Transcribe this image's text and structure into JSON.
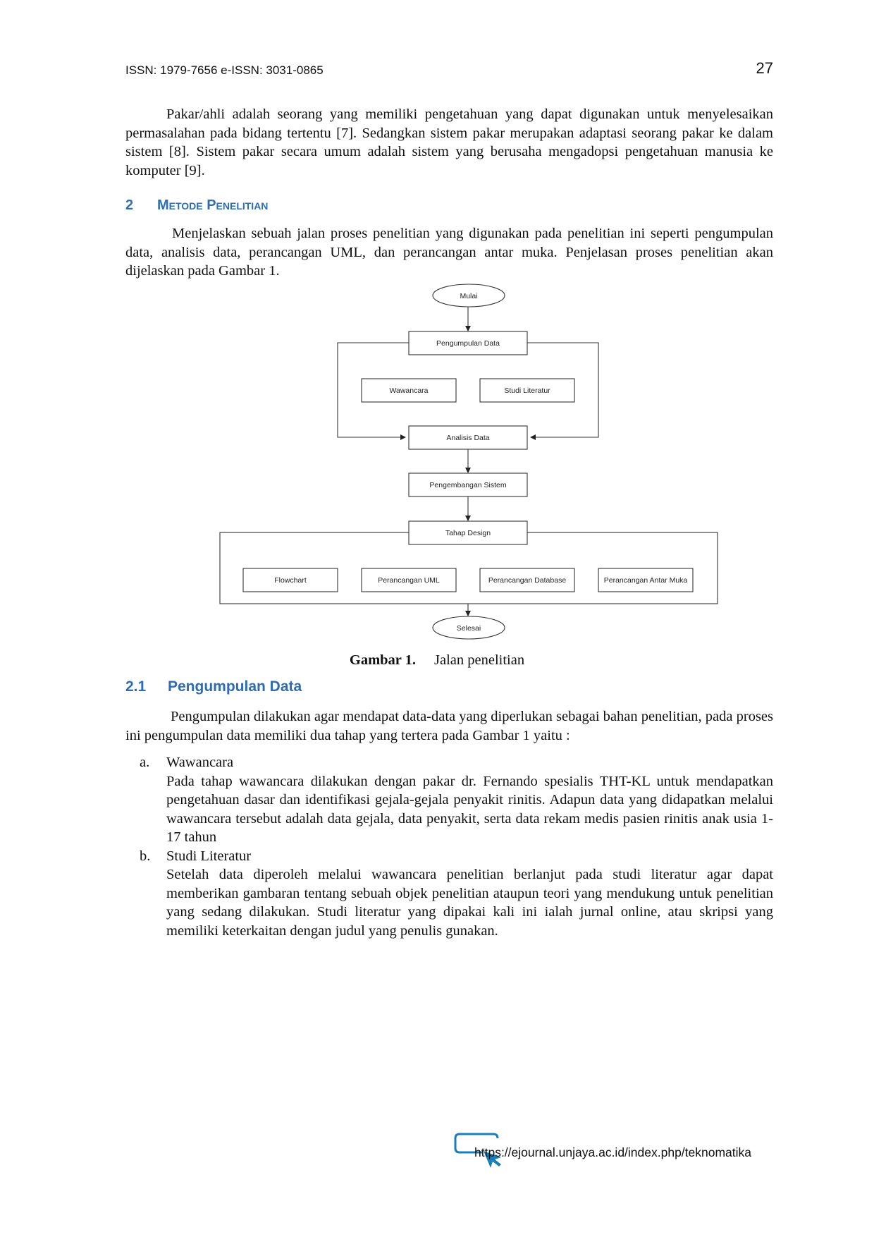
{
  "header": {
    "issn": "ISSN: 1979-7656 e-ISSN: 3031-0865",
    "page_number": "27"
  },
  "intro_paragraph": "Pakar/ahli adalah seorang yang memiliki pengetahuan yang dapat digunakan untuk menyelesaikan permasalahan pada bidang tertentu [7]. Sedangkan sistem pakar merupakan adaptasi seorang pakar ke dalam sistem [8]. Sistem pakar secara umum adalah sistem yang berusaha mengadopsi pengetahuan manusia ke komputer [9].",
  "section2": {
    "number": "2",
    "title": "Metode Penelitian",
    "paragraph": "Menjelaskan sebuah jalan proses penelitian yang digunakan pada penelitian ini seperti pengumpulan data, analisis data, perancangan UML, dan perancangan antar muka. Penjelasan proses penelitian akan dijelaskan pada Gambar 1."
  },
  "figure": {
    "nodes": {
      "start": "Mulai",
      "collect": "Pengumpulan Data",
      "interview": "Wawancara",
      "literature": "Studi Literatur",
      "analysis": "Analisis Data",
      "development": "Pengembangan Sistem",
      "design": "Tahap Design",
      "flowchart": "Flowchart",
      "uml": "Perancangan UML",
      "database": "Perancangan Database",
      "ui": "Perancangan Antar Muka",
      "end": "Selesai"
    },
    "caption_label": "Gambar 1.",
    "caption_text": "Jalan penelitian"
  },
  "section21": {
    "number": "2.1",
    "title": "Pengumpulan Data",
    "paragraph": "Pengumpulan dilakukan agar mendapat data-data yang diperlukan sebagai bahan penelitian, pada proses ini pengumpulan data memiliki dua tahap yang tertera pada Gambar 1 yaitu :",
    "items": [
      {
        "marker": "a.",
        "title": "Wawancara",
        "text": "Pada tahap wawancara dilakukan dengan pakar dr. Fernando spesialis THT-KL untuk mendapatkan pengetahuan dasar dan identifikasi gejala-gejala penyakit rinitis. Adapun data yang didapatkan melalui wawancara tersebut adalah data gejala, data penyakit, serta data rekam medis pasien rinitis anak usia 1-17 tahun"
      },
      {
        "marker": "b.",
        "title": "Studi Literatur",
        "text": "Setelah data diperoleh melalui wawancara penelitian berlanjut pada studi literatur agar dapat memberikan gambaran tentang sebuah objek penelitian ataupun teori yang mendukung untuk penelitian yang sedang dilakukan. Studi literatur yang dipakai kali ini ialah jurnal online, atau skripsi yang memiliki keterkaitan dengan judul yang penulis gunakan."
      }
    ]
  },
  "footer": {
    "url": "https://ejournal.unjaya.ac.id/index.php/teknomatika",
    "logo_color": "#1a7fb8"
  }
}
